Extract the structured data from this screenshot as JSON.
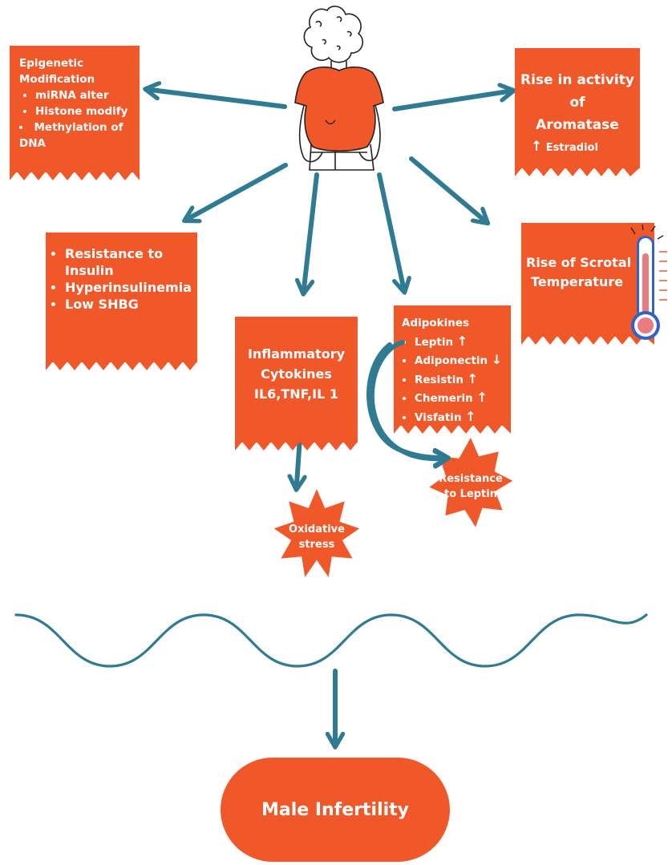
{
  "colors": {
    "box": "#f0582a",
    "arrow": "#2f7c92",
    "white": "#ffffff"
  },
  "epigenetic": {
    "title_line1": "Epigenetic",
    "title_line2": "Modification",
    "items": [
      "miRNA alter",
      "Histone modify",
      "Methylation of DNA"
    ]
  },
  "aromatase": {
    "line1": "Rise in activity",
    "line2": "of",
    "line3": "Aromatase",
    "estradiol_arrow": "↑",
    "estradiol": "Estradiol"
  },
  "insulin": {
    "items": [
      "Resistance to Insulin",
      "Hyperinsulinemia",
      "Low SHBG"
    ]
  },
  "scrotal": {
    "line1": "Rise of Scrotal",
    "line2": "Temperature",
    "icon": "thermometer-icon"
  },
  "cytokines": {
    "line1": "Inflammatory",
    "line2": "Cytokines",
    "line3": "IL6,TNF,IL 1"
  },
  "adipokines": {
    "title": "Adipokines",
    "items": [
      {
        "label": "Leptin",
        "arrow": "↑"
      },
      {
        "label": "Adiponectin",
        "arrow": "↓"
      },
      {
        "label": "Resistin",
        "arrow": "↑"
      },
      {
        "label": "Chemerin",
        "arrow": "↑"
      },
      {
        "label": "Visfatin",
        "arrow": "↑"
      }
    ]
  },
  "oxidative": {
    "line1": "Oxidative",
    "line2": "stress"
  },
  "leptin_resistance": {
    "line1": "Resistance",
    "line2": "to Leptin"
  },
  "outcome": {
    "label": "Male Infertility"
  },
  "figure_icon": "obese-person-icon"
}
